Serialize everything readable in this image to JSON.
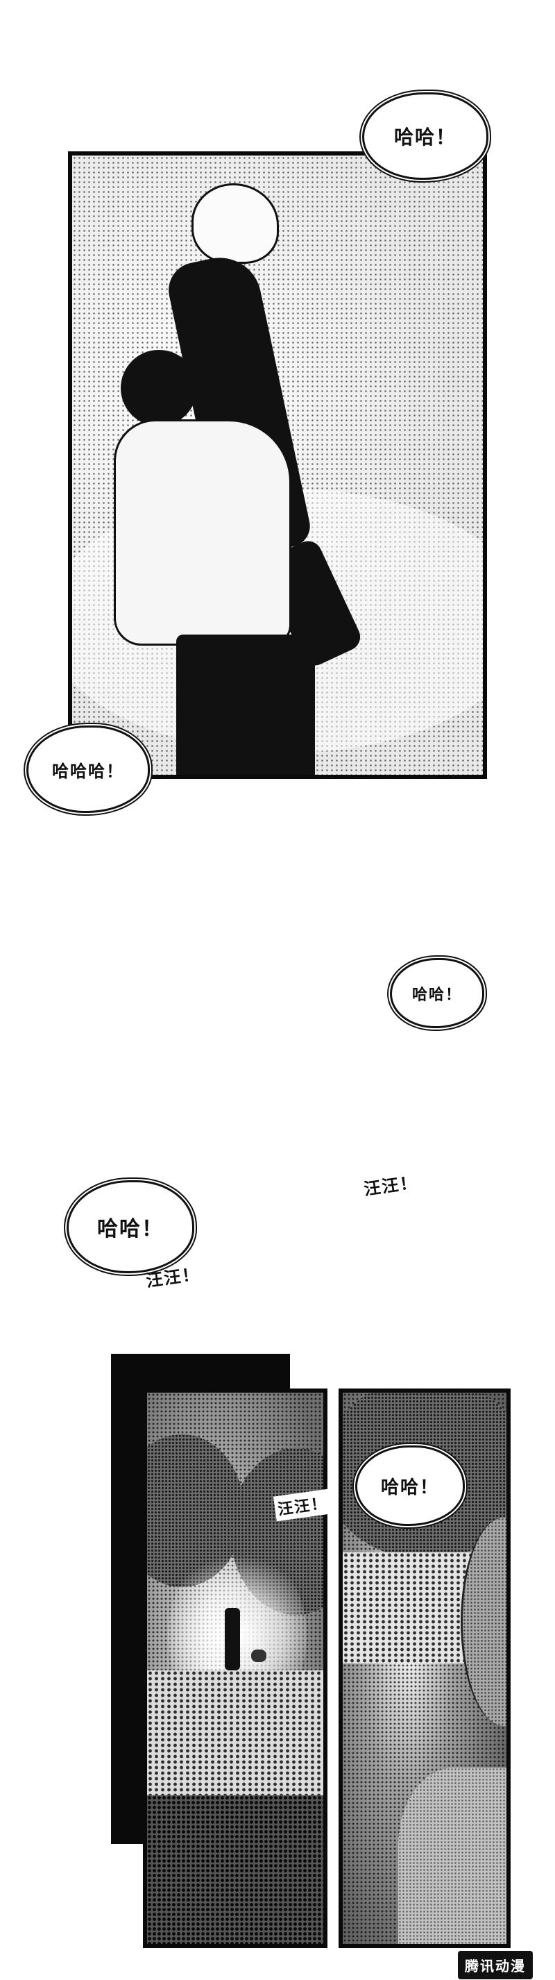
{
  "panel1": {
    "bubble_top": "哈哈！",
    "bubble_bottom": "哈哈哈！"
  },
  "interlude": {
    "bubble_right": "哈哈！",
    "sfx_right": "汪汪！",
    "bubble_left": "哈哈！",
    "sfx_left": "汪汪！"
  },
  "panel2": {
    "sfx": "汪汪！"
  },
  "panel3": {
    "bubble": "哈哈！"
  },
  "watermark": "腾讯动漫"
}
